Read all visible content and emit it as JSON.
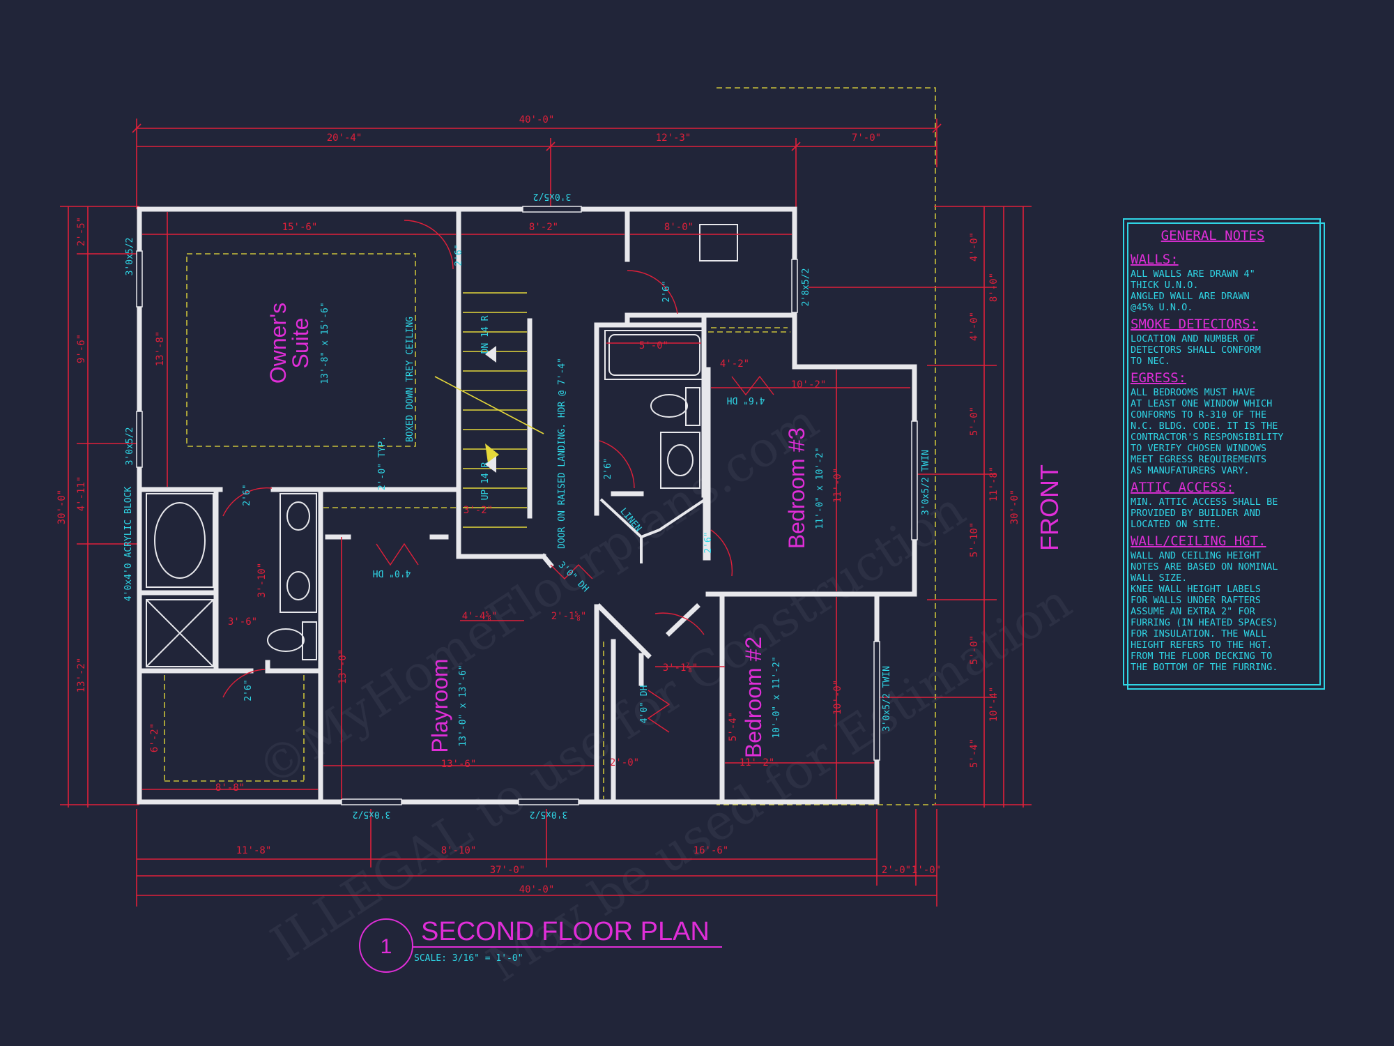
{
  "title": {
    "number": "1",
    "text": "SECOND FLOOR PLAN",
    "scale": "SCALE: 3/16\" = 1'-0\""
  },
  "front_label": "FRONT",
  "watermark": {
    "line1": "©MyHomeFloorplans.com",
    "line2": "ILLEGAL to use for Construction",
    "line3": "May be used for Estimation"
  },
  "rooms": {
    "owners_suite": {
      "name1": "Owner's",
      "name2": "Suite",
      "size": "13'-8\" x 15'-6\""
    },
    "playroom": {
      "name": "Playroom",
      "size": "13'-0\" x 13'-6\""
    },
    "bedroom3": {
      "name": "Bedroom #3",
      "size": "11'-0\" x 10'-2\""
    },
    "bedroom2": {
      "name": "Bedroom #2",
      "size": "10'-0\" x 11'-2\""
    }
  },
  "dims_top": {
    "overall": "40'-0\"",
    "a": "20'-4\"",
    "b": "12'-3\"",
    "c": "7'-0\""
  },
  "dims_bottom": {
    "a": "11'-8\"",
    "b": "8'-10\"",
    "c": "16'-6\"",
    "sub": "37'-0\"",
    "d": "2'-0\"",
    "e": "1'-0\"",
    "overall": "40'-0\""
  },
  "dims_left": {
    "a": "2'-5\"",
    "b": "9'-6\"",
    "c": "4'-11\"",
    "d": "13'-2\"",
    "overall": "30'-0\""
  },
  "dims_right": {
    "a": "4'-0\"",
    "b": "4'-0\"",
    "c": "5'-0\"",
    "d": "5'-10\"",
    "e": "5'-0\"",
    "f": "5'-4\"",
    "g": "8'-0\"",
    "h": "11'-8\"",
    "i": "10'-4\"",
    "overall": "30'-0\""
  },
  "inner_dims": {
    "d1": "15'-6\"",
    "d2": "8'-2\"",
    "d3": "8'-0\"",
    "d4": "13'-8\"",
    "d5": "5'-0\"",
    "d6": "4'-2\"",
    "d7": "10'-2\"",
    "d8": "3'-2\"",
    "d9": "4'-4⅝\"",
    "d10": "2'-1⅝\"",
    "d11": "3'-1⅞\"",
    "d12": "13'-6\"",
    "d13": "8'-8\"",
    "d14": "3'-10\"",
    "d15": "3'-6\"",
    "d16": "6'-2\"",
    "d17": "11'-0\"",
    "d18": "10'-0\"",
    "d19": "11'-2\"",
    "d20": "5'-4\"",
    "d21": "2'-0\"",
    "d22": "13'-0\""
  },
  "windows": {
    "top": "3'0x5/2",
    "left1": "3'0x5/2",
    "left2": "3'0x5/2",
    "right_bath": "2'8x5/2",
    "right_bed3": "3'0x5/2 TWIN",
    "right_bed2": "3'0x5/2 TWIN",
    "bottom1": "3'0x5/2",
    "bottom2": "3'0x5/2"
  },
  "doors": {
    "d1": "2'6\"",
    "d2": "2'6\"",
    "d3": "2'6\"",
    "d4": "2'6\"",
    "d5": "2'6\"",
    "d6": "2'6\"",
    "dh1": "4'0\" DH",
    "dh2": "4'0\" DH",
    "dh3": "3'0\" DH",
    "dh4": "4'6\" DH"
  },
  "labels": {
    "trey": "BOXED DOWN TREY CEILING",
    "stairs_up": "UP 14 R",
    "stairs_dn": "DN 14 R",
    "landing": "DOOR ON RAISED LANDING. HDR @ 7'-4\"",
    "linen": "LINEN",
    "block": "4'0x4'0 ACRYLIC BLOCK",
    "typ": "2'-0\" TYP."
  },
  "notes": {
    "heading": "GENERAL NOTES",
    "sections": [
      {
        "h": "WALLS:",
        "lines": [
          "ALL WALLS ARE DRAWN 4\"",
          "THICK U.N.O.",
          "ANGLED WALL ARE DRAWN",
          "@45% U.N.O."
        ]
      },
      {
        "h": "SMOKE DETECTORS:",
        "lines": [
          "LOCATION AND NUMBER OF",
          "DETECTORS SHALL CONFORM",
          "TO NEC."
        ]
      },
      {
        "h": "EGRESS:",
        "lines": [
          "ALL BEDROOMS MUST HAVE",
          "AT LEAST ONE WINDOW WHICH",
          "CONFORMS TO R-310 OF THE",
          "N.C. BLDG. CODE. IT IS THE",
          "CONTRACTOR'S RESPONSIBILITY",
          "TO VERIFY CHOSEN WINDOWS",
          "MEET EGRESS REQUIREMENTS",
          "AS MANUFATURERS VARY."
        ]
      },
      {
        "h": "ATTIC ACCESS:",
        "lines": [
          "MIN. ATTIC ACCESS SHALL BE",
          "PROVIDED BY BUILDER AND",
          "LOCATED ON SITE."
        ]
      },
      {
        "h": "WALL/CEILING HGT.",
        "lines": [
          "WALL AND CEILING HEIGHT",
          "NOTES ARE BASED ON NOMINAL",
          "WALL SIZE.",
          "KNEE WALL HEIGHT LABELS",
          "FOR WALLS UNDER RAFTERS",
          "ASSUME AN EXTRA 2\" FOR",
          "FURRING (IN HEATED SPACES)",
          "FOR INSULATION. THE WALL",
          "HEIGHT REFERS TO THE HGT.",
          "FROM THE FLOOR DECKING TO",
          "THE BOTTOM OF THE FURRING."
        ]
      }
    ]
  },
  "colors": {
    "background": "#212539",
    "wall": "#e8e8ec",
    "dimension": "#e0203a",
    "room_label": "#e02ed8",
    "note_text": "#2fd6e6",
    "yellow": "#e6d93a"
  }
}
